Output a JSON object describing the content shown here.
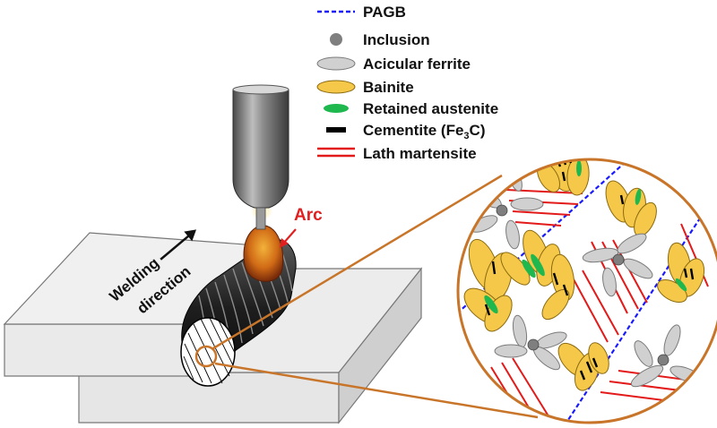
{
  "legend": {
    "pagb": "PAGB",
    "inclusion": "Inclusion",
    "acicular_ferrite": "Acicular ferrite",
    "bainite": "Bainite",
    "retained_austenite": "Retained austenite",
    "cementite_main": "Cementite (Fe",
    "cementite_sub": "3",
    "cementite_end": "C)",
    "lath_martensite": "Lath martensite"
  },
  "labels": {
    "arc": "Arc",
    "welding_line1": "Welding",
    "welding_line2": "direction"
  },
  "colors": {
    "pagb": "#1a1aff",
    "inclusion": "#7f7f7f",
    "ferrite": "#d0d0d0",
    "bainite": "#f5c84a",
    "austenite": "#1fb84f",
    "cementite": "#000000",
    "martensite": "#e31a1a",
    "magnifier": "#c8752a",
    "arc_label": "#e02020",
    "plate": "#e3e3e3"
  }
}
